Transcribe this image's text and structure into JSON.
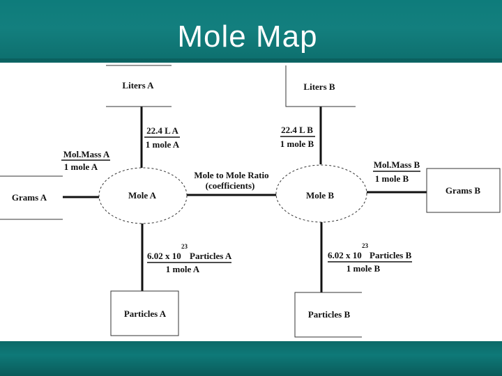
{
  "header": {
    "title": "Mole Map"
  },
  "nodes": {
    "liters_a": "Liters A",
    "liters_b": "Liters B",
    "grams_a": "Grams A",
    "grams_b": "Grams B",
    "mole_a": "Mole A",
    "mole_b": "Mole B",
    "particles_a": "Particles A",
    "particles_b": "Particles B"
  },
  "conversions": {
    "liters_a_num": "22.4 L A",
    "liters_a_den": "1 mole A",
    "liters_b_num": "22.4 L B",
    "liters_b_den": "1 mole B",
    "molmass_a_num": "Mol.Mass A",
    "molmass_a_den": "1 mole A",
    "molmass_b_num": "Mol.Mass B",
    "molmass_b_den": "1 mole B",
    "ratio_line1": "Mole to Mole Ratio",
    "ratio_line2": "(coefficients)",
    "avogadro_a_base": "6.02 x 10",
    "avogadro_a_exp": "23",
    "avogadro_a_unit": "Particles A",
    "avogadro_a_den": "1 mole A",
    "avogadro_b_base": "6.02 x 10",
    "avogadro_b_exp": "23",
    "avogadro_b_unit": "Particles B",
    "avogadro_b_den": "1 mole B"
  }
}
